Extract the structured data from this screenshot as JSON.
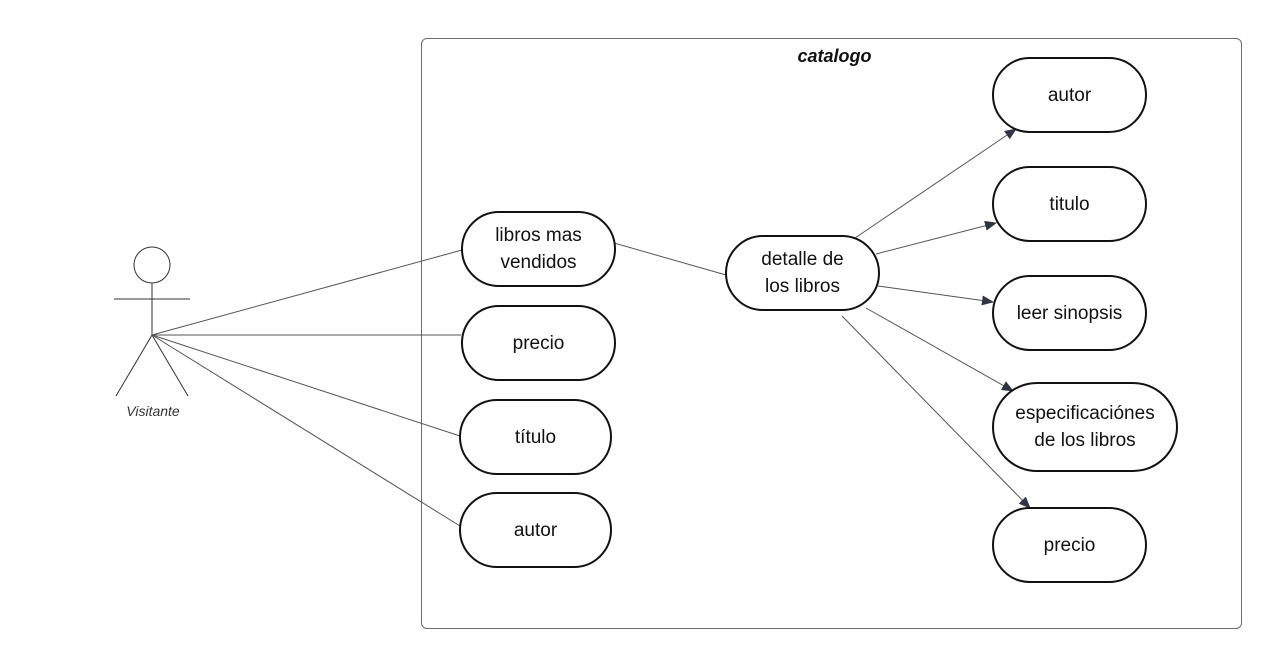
{
  "system": {
    "title": "catalogo"
  },
  "actor": {
    "name": "Visitante"
  },
  "left_use_cases": [
    {
      "id": "libros-mas-vendidos",
      "label": "libros mas\nvendidos"
    },
    {
      "id": "precio",
      "label": "precio"
    },
    {
      "id": "titulo",
      "label": "título"
    },
    {
      "id": "autor",
      "label": "autor"
    }
  ],
  "center_use_case": {
    "id": "detalle-de-los-libros",
    "label": "detalle de\nlos libros"
  },
  "right_use_cases": [
    {
      "id": "autor",
      "label": "autor"
    },
    {
      "id": "titulo",
      "label": "titulo"
    },
    {
      "id": "leer-sinopsis",
      "label": "leer sinopsis"
    },
    {
      "id": "especificaciones",
      "label": "especificaciónes\nde los libros"
    },
    {
      "id": "precio",
      "label": "precio"
    }
  ],
  "colors": {
    "stroke": "#111111",
    "connector": "#555555",
    "arrow": "#2f3542"
  }
}
